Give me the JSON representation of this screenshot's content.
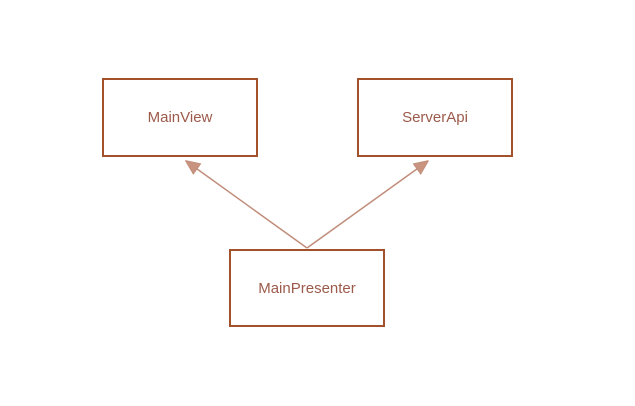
{
  "colors": {
    "background": "#FFFFFF",
    "box_border": "#A3512B",
    "box_fill": "#FFFFFF",
    "label_text": "#9C5A4B",
    "arrow_line": "#C18D7B",
    "arrow_head": "#C9947F"
  },
  "nodes": [
    {
      "id": "main-view",
      "label": "MainView"
    },
    {
      "id": "server-api",
      "label": "ServerApi"
    },
    {
      "id": "main-presenter",
      "label": "MainPresenter"
    }
  ],
  "edges": [
    {
      "from": "MainPresenter",
      "to": "MainView",
      "style": "arrow"
    },
    {
      "from": "MainPresenter",
      "to": "ServerApi",
      "style": "arrow"
    }
  ]
}
